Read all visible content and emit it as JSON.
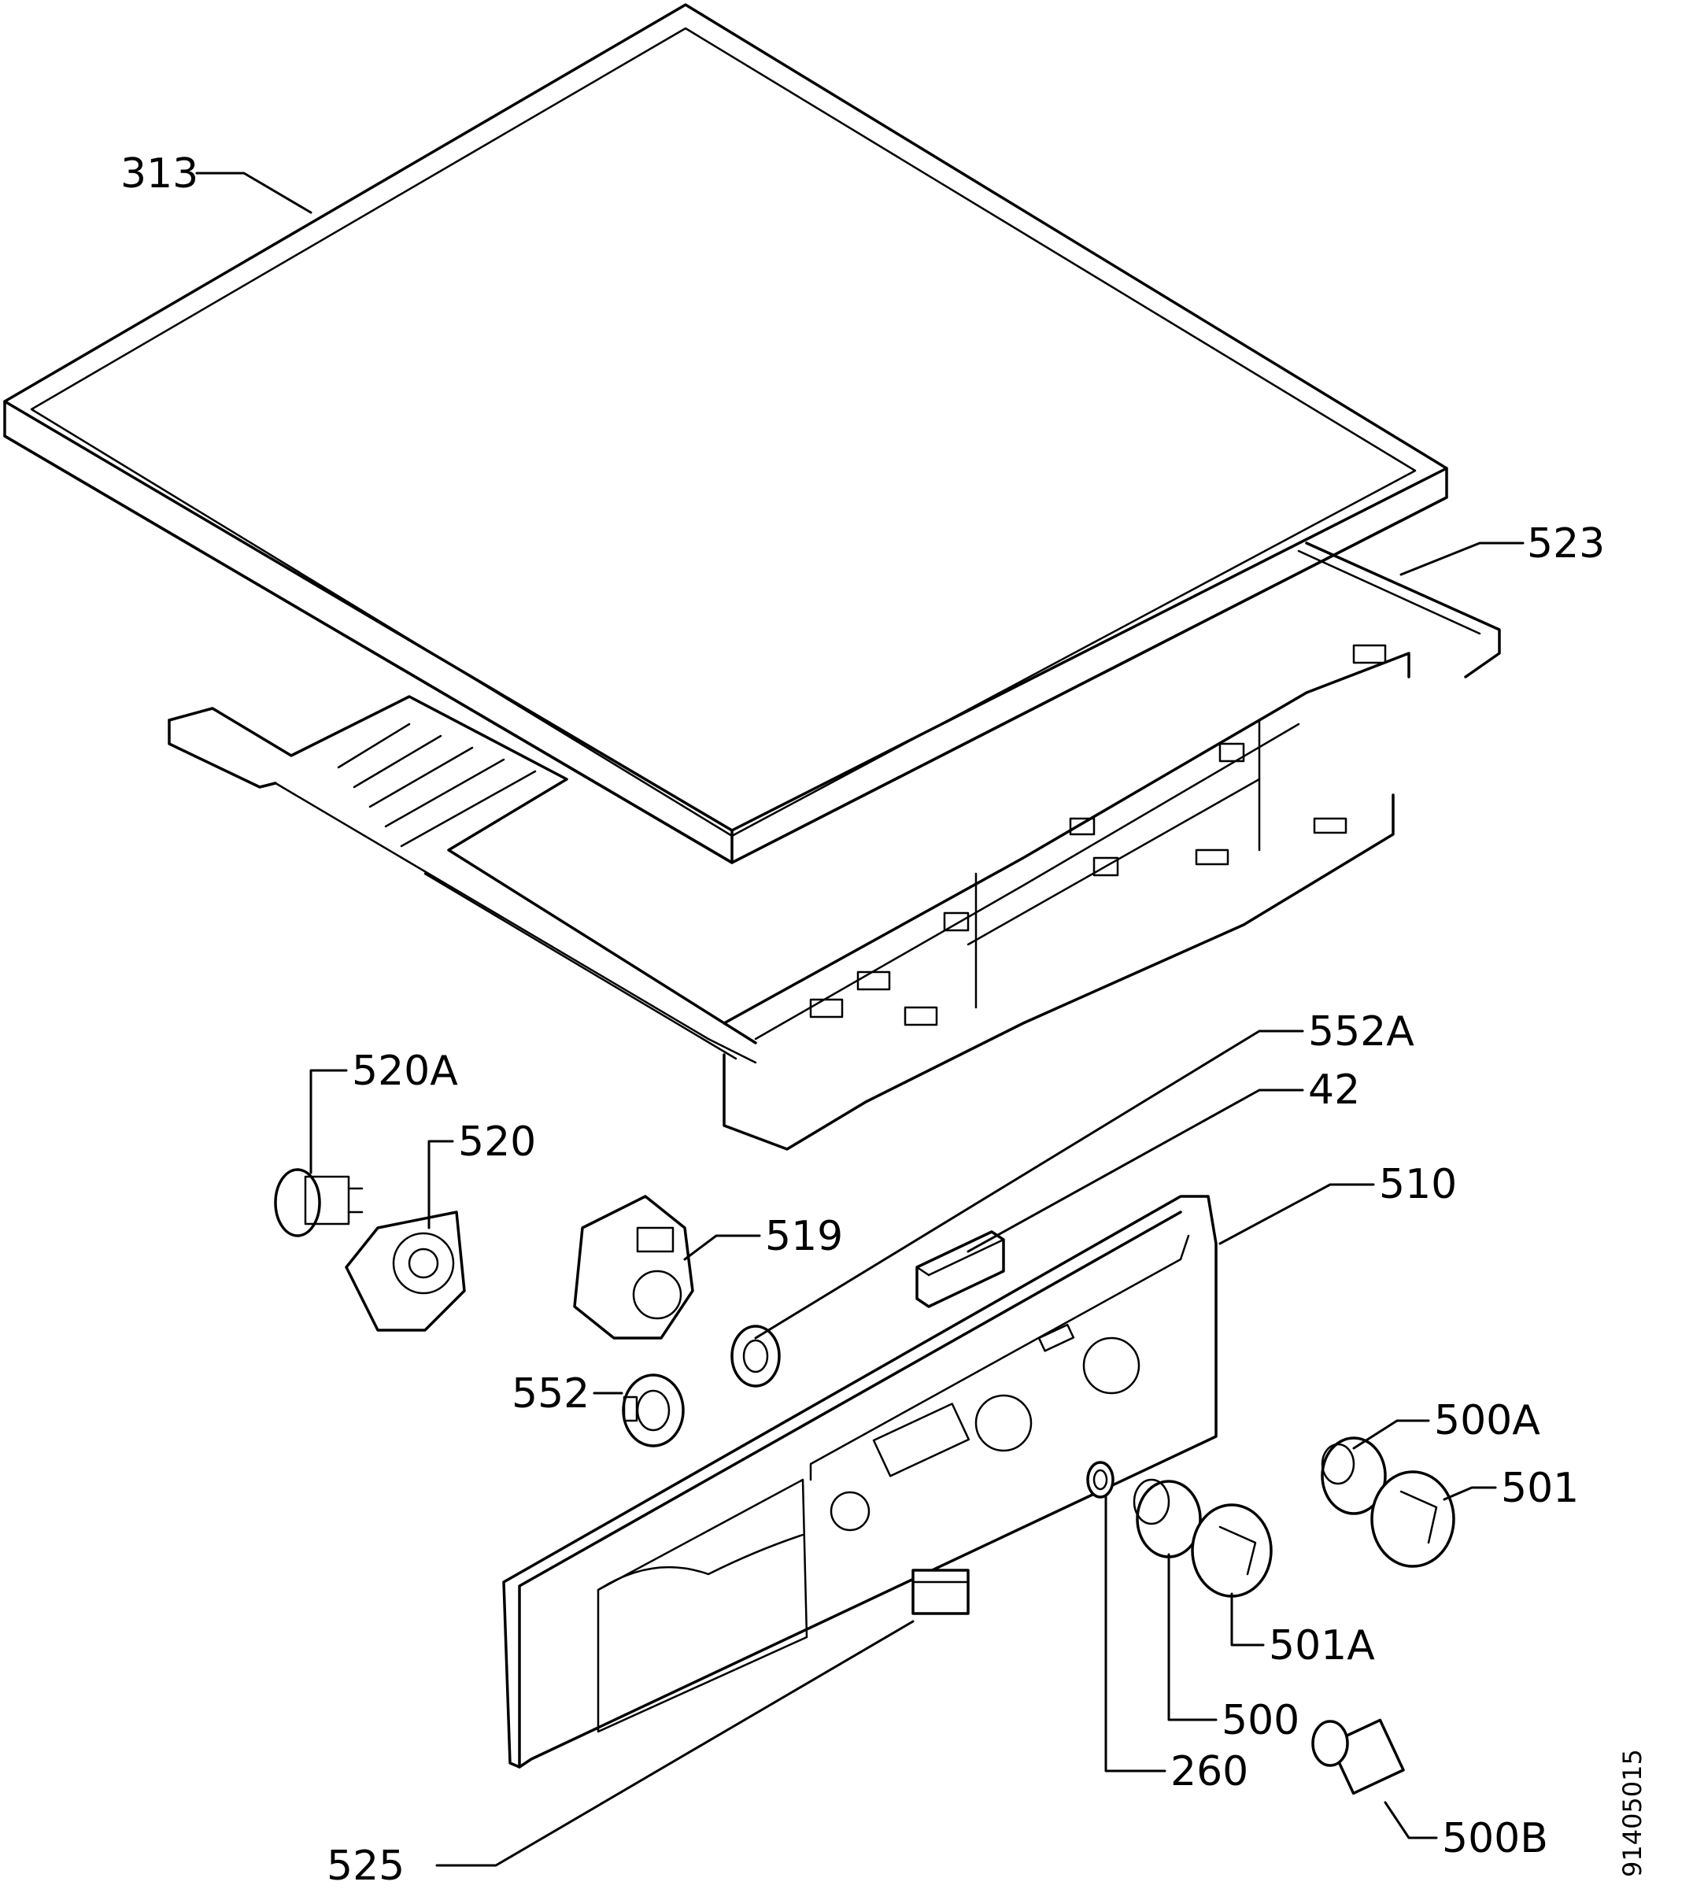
{
  "labels": {
    "p313": "313",
    "p523": "523",
    "p552A": "552A",
    "p42": "42",
    "p520A": "520A",
    "p520": "520",
    "p510": "510",
    "p519": "519",
    "p552": "552",
    "p500A": "500A",
    "p501": "501",
    "p501A": "501A",
    "p500": "500",
    "p260": "260",
    "p500B": "500B",
    "p525": "525"
  },
  "doc_id": "91405015"
}
